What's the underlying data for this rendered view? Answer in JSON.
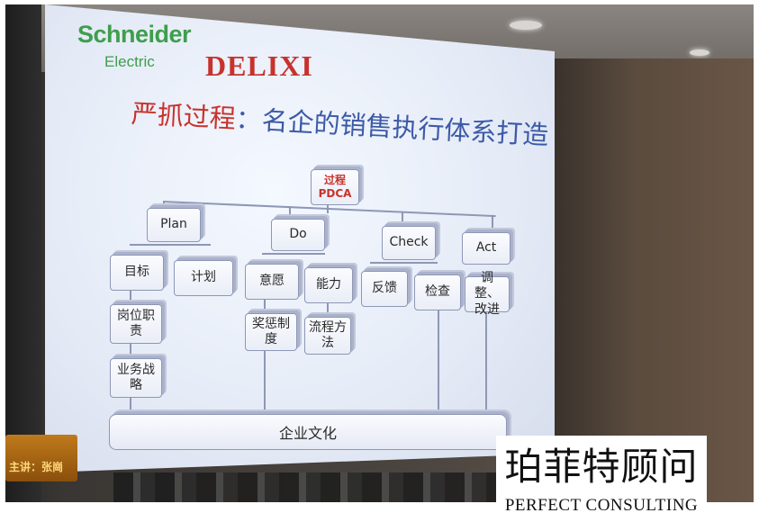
{
  "slide": {
    "logos": {
      "schneider": "Schneider",
      "schneider_sub": "Electric",
      "delixi": "DELIXI"
    },
    "title_red": "严抓过程",
    "title_rest": "：名企的销售执行体系打造",
    "root": {
      "line1": "过程",
      "line2": "PDCA"
    },
    "phases": {
      "plan": {
        "label": "Plan",
        "items": [
          "目标",
          "计划",
          "岗位职责",
          "业务战略"
        ]
      },
      "do": {
        "label": "Do",
        "items": [
          "意愿",
          "能力",
          "奖惩制度",
          "流程方法"
        ]
      },
      "check": {
        "label": "Check",
        "items": [
          "反馈",
          "检查"
        ]
      },
      "act": {
        "label": "Act",
        "items": [
          "调整、改进"
        ]
      }
    },
    "foundation": "企业文化"
  },
  "podium": {
    "label": "主讲：张崗"
  },
  "watermark": {
    "chinese": "珀菲特顾问",
    "english": "PERFECT CONSULTING"
  }
}
